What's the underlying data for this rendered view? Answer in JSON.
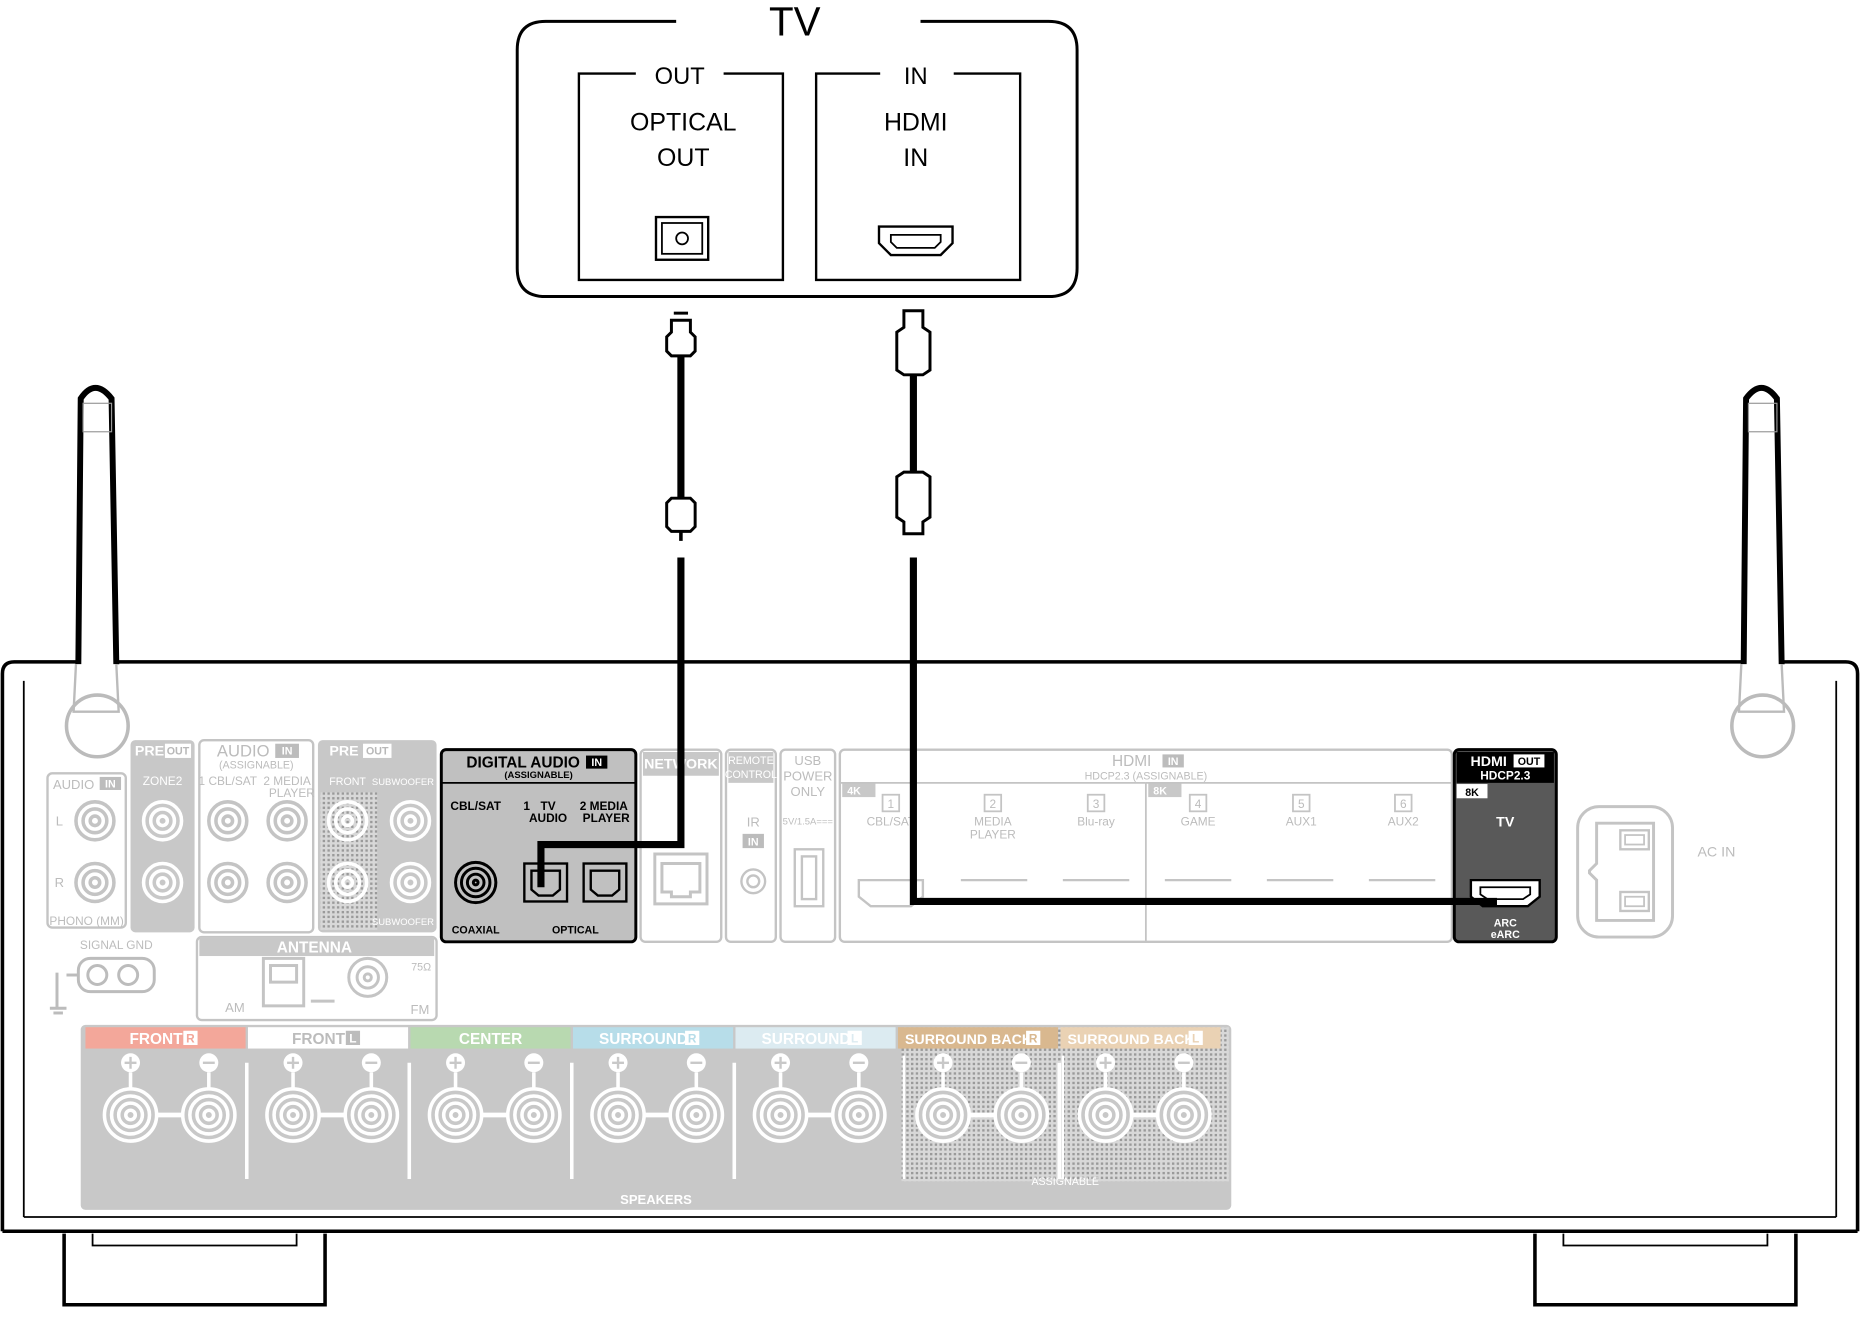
{
  "tv": {
    "title": "TV",
    "out_label": "OUT",
    "in_label": "IN",
    "optical_line1": "OPTICAL",
    "optical_line2": "OUT",
    "hdmi_line1": "HDMI",
    "hdmi_line2": "IN"
  },
  "receiver": {
    "audio_in": "AUDIO",
    "audio_in_badge": "IN",
    "audio_in_L": "L",
    "audio_in_R": "R",
    "phono": "PHONO (MM)",
    "signal_gnd": "SIGNAL GND",
    "pre_out_zone": "PRE",
    "pre_out_zone_badge": "OUT",
    "zone2": "ZONE2",
    "audio_assign_title": "AUDIO",
    "audio_assign_badge": "IN",
    "audio_assign_sub": "(ASSIGNABLE)",
    "audio_assign_ch1": "1 CBL/SAT",
    "audio_assign_ch2": "2  MEDIA",
    "audio_assign_ch2b": "PLAYER",
    "pre_out_front": "PRE",
    "pre_out_front_badge": "OUT",
    "front": "FRONT",
    "subwoofer1": "SUBWOOFER 1",
    "subwoofer2": "SUBWOOFER 2",
    "antenna": "ANTENNA",
    "am": "AM",
    "fm": "FM",
    "fm_ohm": "75Ω",
    "digital_audio": "DIGITAL AUDIO",
    "digital_audio_badge": "IN",
    "digital_audio_sub": "(ASSIGNABLE)",
    "cbl_sat": "CBL/SAT",
    "opt1_num": "1",
    "opt1_a": "TV",
    "opt1_b": "AUDIO",
    "opt2_a": "2 MEDIA",
    "opt2_b": "PLAYER",
    "coaxial": "COAXIAL",
    "optical": "OPTICAL",
    "network": "NETWORK",
    "remote_control_a": "REMOTE",
    "remote_control_b": "CONTROL",
    "ir": "IR",
    "ir_badge": "IN",
    "usb_a": "USB",
    "usb_b": "POWER",
    "usb_c": "ONLY",
    "usb_rating": "5V/1.5A===",
    "hdmi_in_title": "HDMI",
    "hdmi_in_badge": "IN",
    "hdmi_in_sub": "HDCP2.3  (ASSIGNABLE)",
    "badge_4k": "4K",
    "badge_8k": "8K",
    "hdmi_inputs": [
      {
        "num": "1",
        "name": "CBL/SAT"
      },
      {
        "num": "2",
        "name": "MEDIA",
        "name2": "PLAYER"
      },
      {
        "num": "3",
        "name": "Blu-ray"
      },
      {
        "num": "4",
        "name": "GAME"
      },
      {
        "num": "5",
        "name": "AUX1"
      },
      {
        "num": "6",
        "name": "AUX2"
      }
    ],
    "hdmi_out_title": "HDMI",
    "hdmi_out_badge": "OUT",
    "hdmi_out_sub": "HDCP2.3",
    "hdmi_out_8k": "8K",
    "hdmi_out_tv": "TV",
    "arc": "ARC",
    "earc": "eARC",
    "ac_in": "AC IN",
    "speakers": [
      {
        "label": "FRONT",
        "ch": "R",
        "color": "#f3a79a"
      },
      {
        "label": "FRONT",
        "ch": "L",
        "color": "#ffffff"
      },
      {
        "label": "CENTER",
        "ch": "",
        "color": "#b8d9b0"
      },
      {
        "label": "SURROUND",
        "ch": "R",
        "color": "#b7dde9"
      },
      {
        "label": "SURROUND",
        "ch": "L",
        "color": "#dcebf1"
      },
      {
        "label": "SURROUND BACK",
        "ch": "R",
        "color": "#d9b88f"
      },
      {
        "label": "SURROUND BACK",
        "ch": "L",
        "color": "#ead2b4"
      }
    ],
    "speakers_footer": "SPEAKERS",
    "assignable": "ASSIGNABLE"
  }
}
